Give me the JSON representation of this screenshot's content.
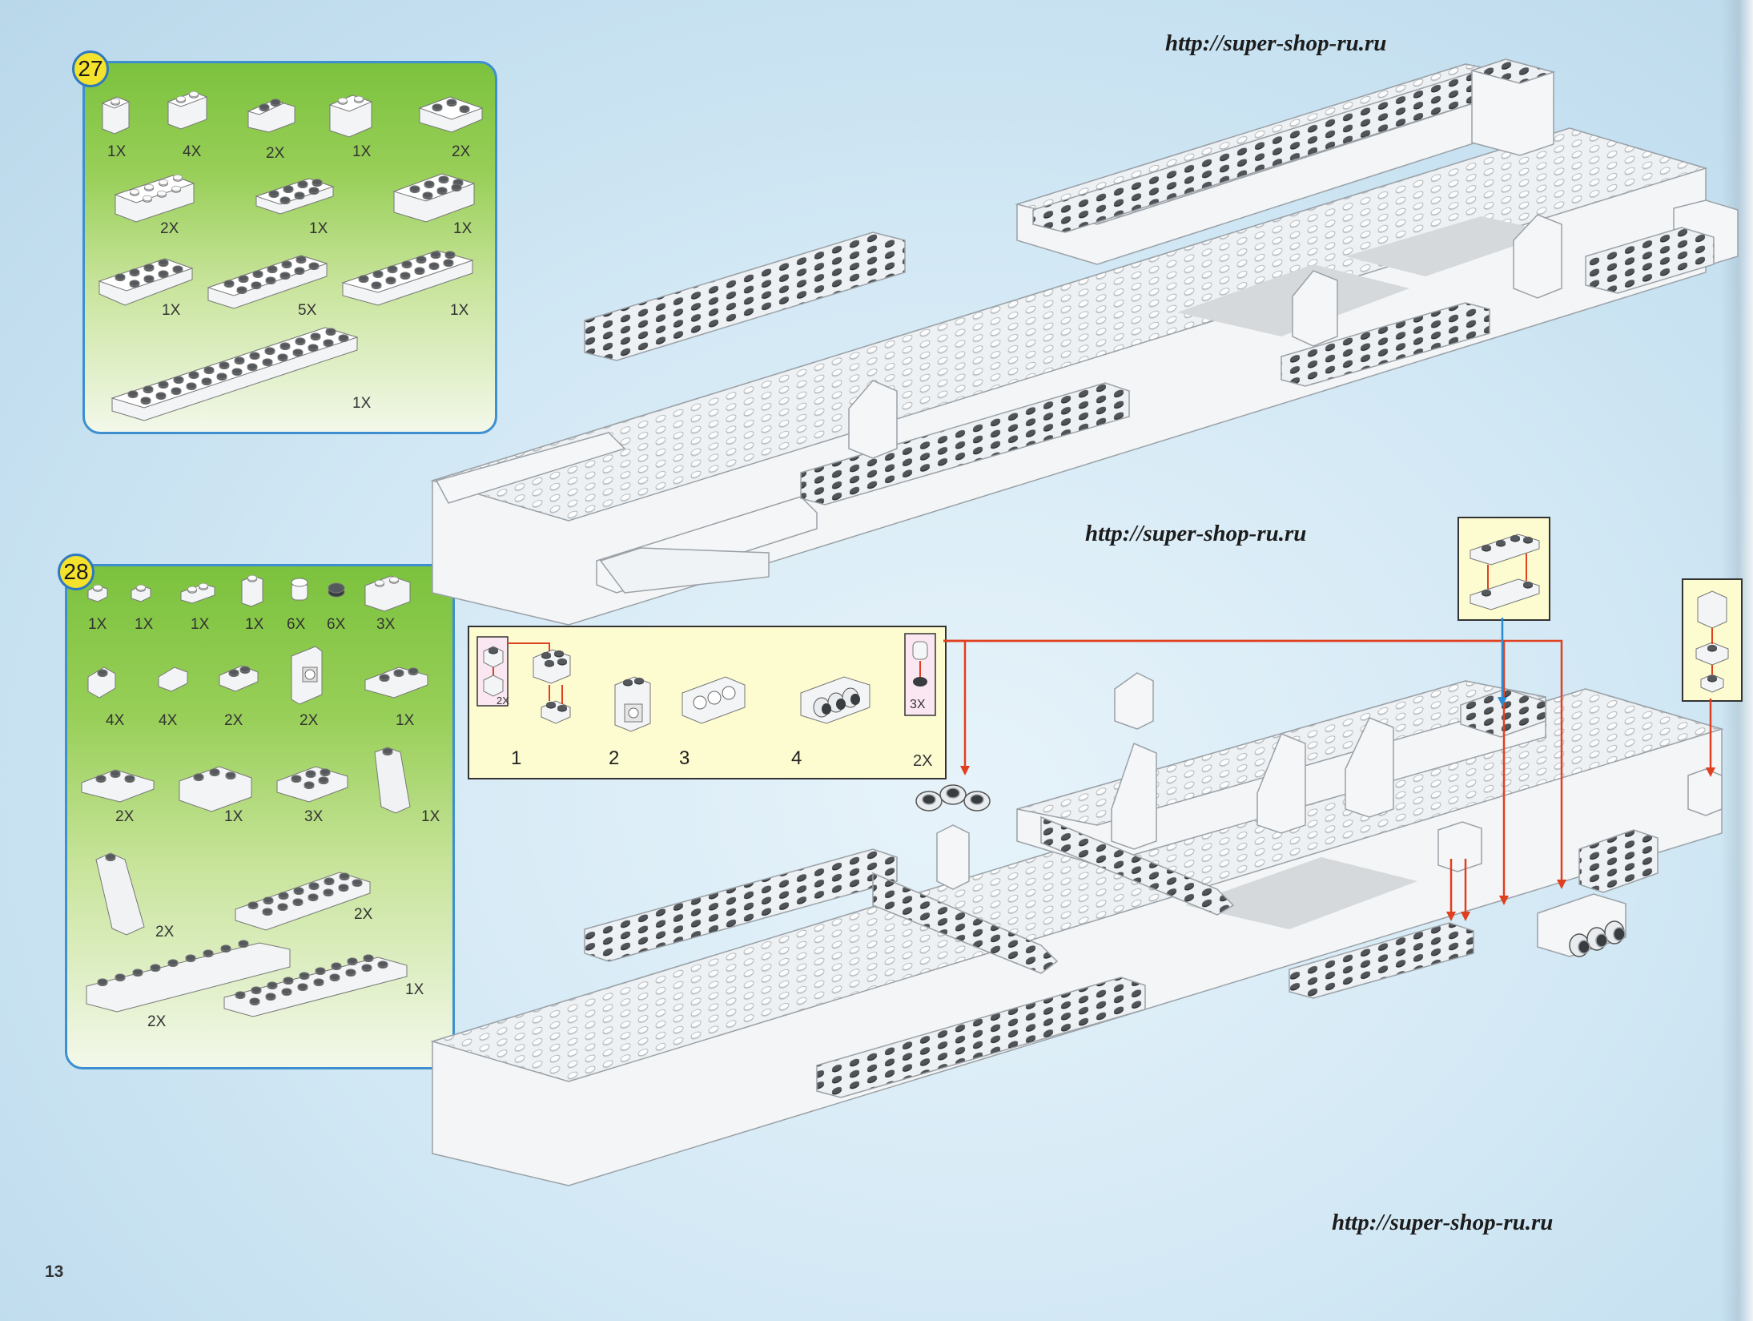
{
  "page": {
    "number": "13"
  },
  "watermarks": [
    "http://super-shop-ru.ru",
    "http://super-shop-ru.ru",
    "http://super-shop-ru.ru"
  ],
  "step27": {
    "number": "27",
    "quantities": [
      "1X",
      "4X",
      "2X",
      "1X",
      "2X",
      "2X",
      "1X",
      "1X",
      "1X",
      "5X",
      "1X",
      "1X"
    ]
  },
  "step28": {
    "number": "28",
    "quantities": [
      "1X",
      "1X",
      "1X",
      "1X",
      "6X",
      "6X",
      "3X",
      "4X",
      "4X",
      "2X",
      "2X",
      "1X",
      "2X",
      "1X",
      "3X",
      "1X",
      "2X",
      "2X",
      "2X",
      "1X"
    ]
  },
  "subassembly": {
    "steps": [
      "1",
      "2",
      "3",
      "4"
    ],
    "inset_qty_left": "2X",
    "inset_qty_right": "3X",
    "total_qty": "2X"
  },
  "colors": {
    "panel_border": "#3d8fd0",
    "panel_green": "#7cc23e",
    "badge_yellow": "#f4e22c",
    "callout_yellow": "#fdfbd0",
    "arrow_red": "#e0401f",
    "arrow_blue": "#2a8bd4",
    "brick_white": "#f4f6f7",
    "brick_dark": "#3a3d40"
  }
}
